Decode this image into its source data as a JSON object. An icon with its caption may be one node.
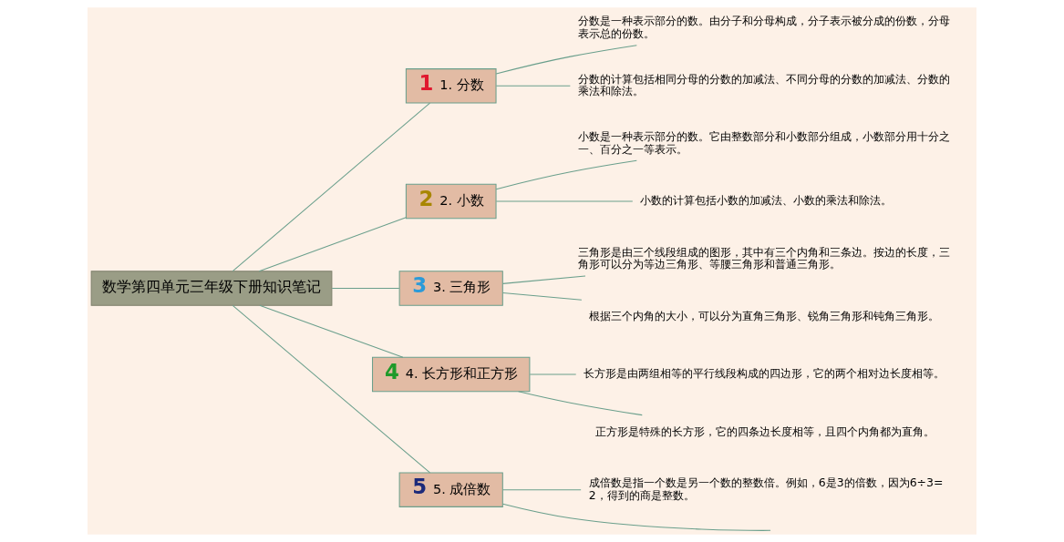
{
  "diagram": {
    "nodes": [
      {
        "text": [
          "数学第四单元三年级下册知识笔记"
        ]
      },
      {
        "text": [
          "1",
          "1. 分数"
        ]
      },
      {
        "text": [
          "分数是一种表示部分的数。由分子和分母构成，分子表示被分成的份数，分母表示总的份数。"
        ]
      },
      {
        "text": [
          "分数的计算包括相同分母的分数的加减法、不同分母的分数的加减法、分数的乘法和除法。"
        ]
      },
      {
        "text": [
          "2",
          "2. 小数"
        ]
      },
      {
        "text": [
          "小数是一种表示部分的数。它由整数部分和小数部分组成，小数部分用十分之一、百分之一等表示。"
        ]
      },
      {
        "text": [
          "小数的计算包括小数的加减法、小数的乘法和除法。"
        ]
      },
      {
        "text": [
          "3",
          "3. 三角形"
        ]
      },
      {
        "text": [
          "三角形是由三个线段组成的图形，其中有三个内角和三条边。按边的长度，三角形可以分为等边三角形、等腰三角形和普通三角形。"
        ]
      },
      {
        "text": [
          "根据三个内角的大小，可以分为直角三角形、锐角三角形和钝角三角形。"
        ]
      },
      {
        "text": [
          "4",
          "4. 长方形和正方形"
        ]
      },
      {
        "text": [
          "长方形是由两组相等的平行线段构成的四边形，它的两个相对边长度相等。"
        ]
      },
      {
        "text": [
          "正方形是特殊的长方形，它的四条边长度相等，且四个内角都为直角。"
        ]
      },
      {
        "text": [
          "5",
          "5. 成倍数"
        ]
      },
      {
        "text": [
          "成倍数是指一个数是另一个数的整数倍。例如，6是3的倍数，因为6÷3=2，得到的商是整数。"
        ]
      }
    ],
    "edges": [
      {
        "from": 0,
        "to": 1,
        "arrow": "none"
      },
      {
        "from": 1,
        "to": 2,
        "arrow": "none"
      },
      {
        "from": 1,
        "to": 3,
        "arrow": "none"
      },
      {
        "from": 0,
        "to": 4,
        "arrow": "none"
      },
      {
        "from": 4,
        "to": 5,
        "arrow": "none"
      },
      {
        "from": 4,
        "to": 6,
        "arrow": "none"
      },
      {
        "from": 0,
        "to": 7,
        "arrow": "none"
      },
      {
        "from": 7,
        "to": 8,
        "arrow": "none"
      },
      {
        "from": 7,
        "to": 9,
        "arrow": "none"
      },
      {
        "from": 0,
        "to": 10,
        "arrow": "none"
      },
      {
        "from": 10,
        "to": 11,
        "arrow": "none"
      },
      {
        "from": 10,
        "to": 12,
        "arrow": "none"
      },
      {
        "from": 0,
        "to": 13,
        "arrow": "none"
      },
      {
        "from": 13,
        "to": 14,
        "arrow": "none"
      },
      {
        "from": 13,
        "to": null,
        "arrow": "none"
      }
    ]
  }
}
